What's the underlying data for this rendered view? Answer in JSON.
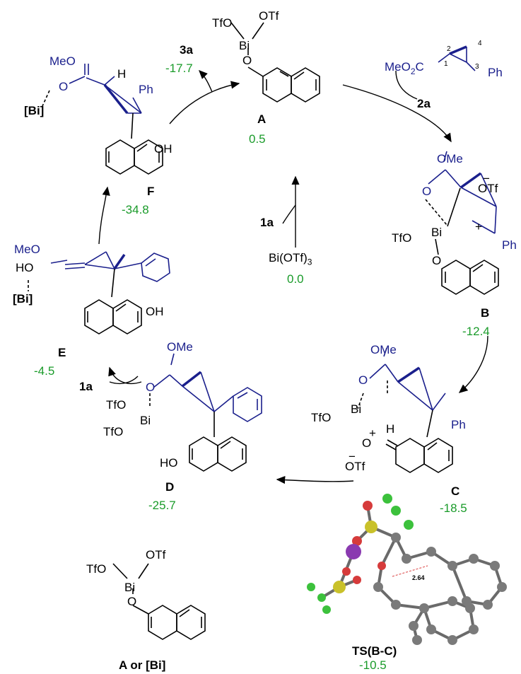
{
  "species": {
    "A": {
      "label": "A",
      "energy": "0.5"
    },
    "B": {
      "label": "B",
      "energy": "-12.4"
    },
    "C": {
      "label": "C",
      "energy": "-18.5"
    },
    "D": {
      "label": "D",
      "energy": "-25.7"
    },
    "E": {
      "label": "E",
      "energy": "-4.5"
    },
    "F": {
      "label": "F",
      "energy": "-34.8"
    },
    "start": {
      "label": "Bi(OTf)",
      "sub": "3",
      "energy": "0.0"
    },
    "product": {
      "label": "3a",
      "energy": "-17.7"
    },
    "ts": {
      "label": "TS(B-C)",
      "energy": "-10.5",
      "distance": "2.64"
    },
    "legend": {
      "label": "A or [Bi]"
    }
  },
  "reagents": {
    "one_a": "1a",
    "two_a": "2a"
  },
  "atoms": {
    "TfO": "TfO",
    "OTf": "OTf",
    "Bi": "Bi",
    "O": "O",
    "OH": "OH",
    "HO": "HO",
    "Ph": "Ph",
    "MeO": "MeO",
    "OMe": "OMe",
    "H": "H",
    "Bi_bracket": "[Bi]",
    "MeO2C": "MeO",
    "MeO2C_sub": "2",
    "MeO2C_tail": "C",
    "plus": "+",
    "minus": "−",
    "n1": "1",
    "n2": "2",
    "n3": "3",
    "n4": "4"
  },
  "colors": {
    "energy": "#1a9b2a",
    "substrate": "#1a1f8c",
    "bond": "#000000"
  }
}
